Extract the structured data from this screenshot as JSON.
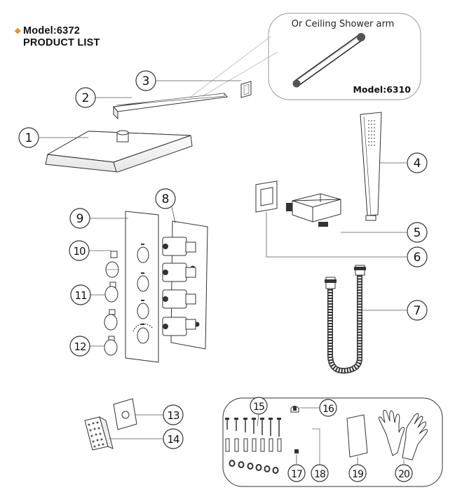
{
  "header": {
    "bullet_color": "#e8912a",
    "model": "Model:6372",
    "subtitle": "PRODUCT LIST"
  },
  "callout": {
    "title": "Or Ceiling Shower arm",
    "model": "Model:6310"
  },
  "parts": [
    "1",
    "2",
    "3",
    "4",
    "5",
    "6",
    "7",
    "8",
    "9",
    "10",
    "11",
    "12",
    "13",
    "14",
    "15",
    "16",
    "17",
    "18",
    "19",
    "20"
  ]
}
